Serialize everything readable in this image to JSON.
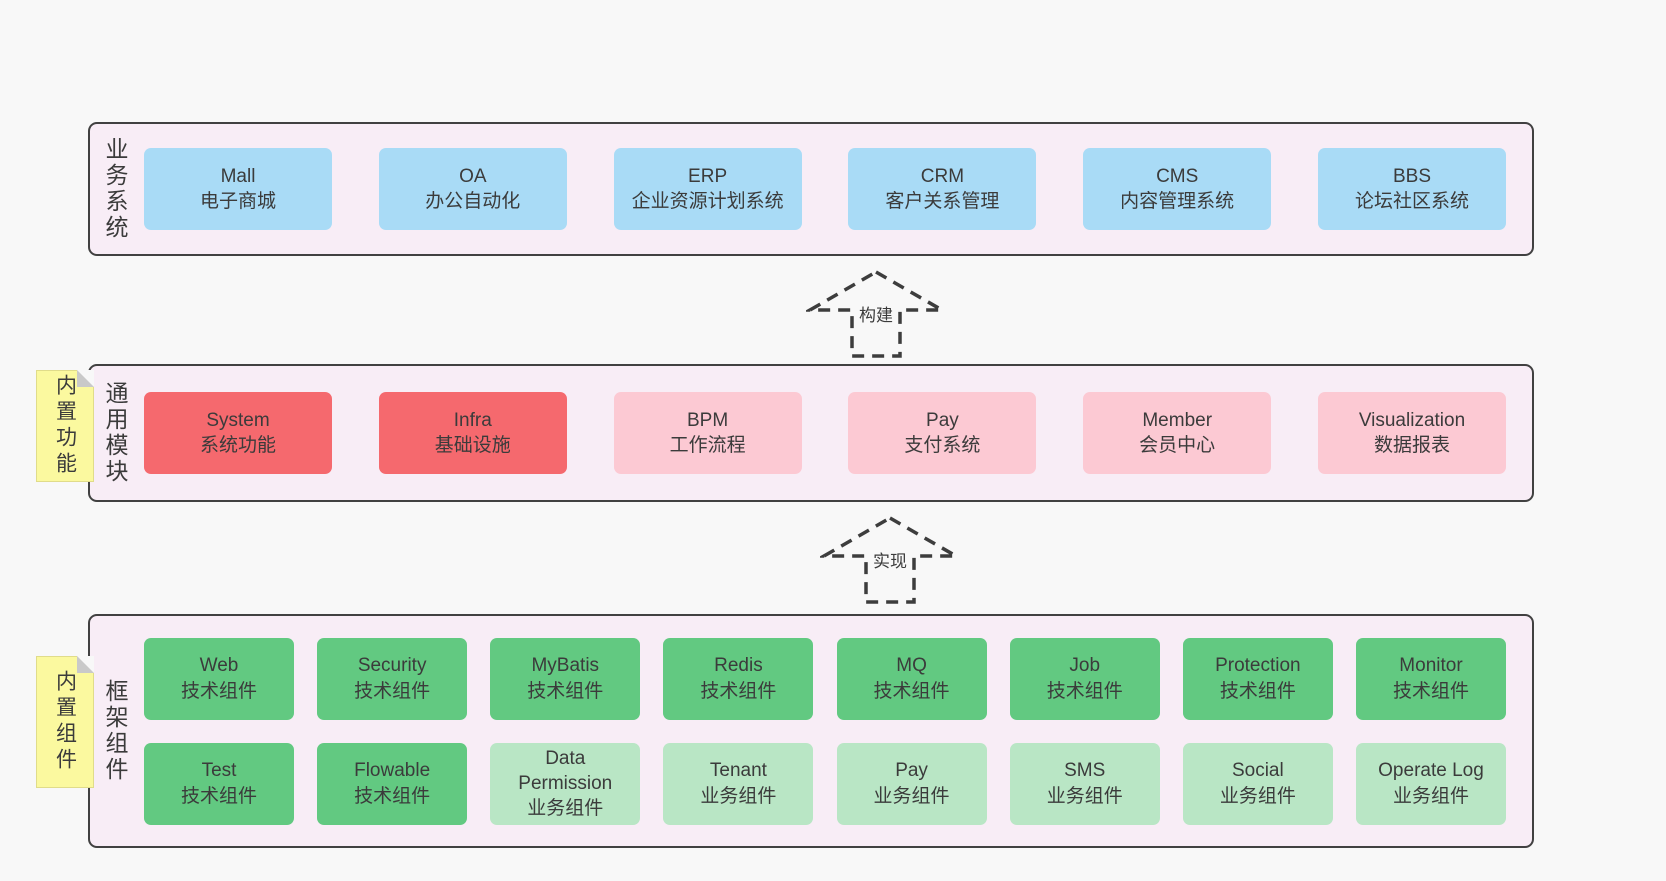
{
  "colors": {
    "page_bg": "#f8f8f8",
    "band_bg": "#f8edf6",
    "band_border": "#414141",
    "blue_box": "#a9dbf6",
    "red_box": "#f5696e",
    "pink_box": "#fcc9d3",
    "green_box": "#62c981",
    "light_green_box": "#b9e6c5",
    "sticky_note": "#fbf99f",
    "text": "#3b3b3b"
  },
  "arrows": {
    "build": "构建",
    "implement": "实现"
  },
  "bands": {
    "business": {
      "label": "业务系统",
      "boxes": [
        {
          "name": "Mall",
          "desc": "电子商城"
        },
        {
          "name": "OA",
          "desc": "办公自动化"
        },
        {
          "name": "ERP",
          "desc": "企业资源计划系统"
        },
        {
          "name": "CRM",
          "desc": "客户关系管理"
        },
        {
          "name": "CMS",
          "desc": "内容管理系统"
        },
        {
          "name": "BBS",
          "desc": "论坛社区系统"
        }
      ]
    },
    "modules": {
      "label": "通用模块",
      "sticky_note": "内置功能",
      "boxes": [
        {
          "name": "System",
          "desc": "系统功能"
        },
        {
          "name": "Infra",
          "desc": "基础设施"
        },
        {
          "name": "BPM",
          "desc": "工作流程"
        },
        {
          "name": "Pay",
          "desc": "支付系统"
        },
        {
          "name": "Member",
          "desc": "会员中心"
        },
        {
          "name": "Visualization",
          "desc": "数据报表"
        }
      ]
    },
    "components": {
      "label": "框架组件",
      "sticky_note": "内置组件",
      "row1": [
        {
          "name": "Web",
          "desc": "技术组件"
        },
        {
          "name": "Security",
          "desc": "技术组件"
        },
        {
          "name": "MyBatis",
          "desc": "技术组件"
        },
        {
          "name": "Redis",
          "desc": "技术组件"
        },
        {
          "name": "MQ",
          "desc": "技术组件"
        },
        {
          "name": "Job",
          "desc": "技术组件"
        },
        {
          "name": "Protection",
          "desc": "技术组件"
        },
        {
          "name": "Monitor",
          "desc": "技术组件"
        }
      ],
      "row2": [
        {
          "name": "Test",
          "desc": "技术组件"
        },
        {
          "name": "Flowable",
          "desc": "技术组件"
        },
        {
          "name": "Data Permission",
          "desc": "业务组件"
        },
        {
          "name": "Tenant",
          "desc": "业务组件"
        },
        {
          "name": "Pay",
          "desc": "业务组件"
        },
        {
          "name": "SMS",
          "desc": "业务组件"
        },
        {
          "name": "Social",
          "desc": "业务组件"
        },
        {
          "name": "Operate Log",
          "desc": "业务组件"
        }
      ]
    }
  }
}
